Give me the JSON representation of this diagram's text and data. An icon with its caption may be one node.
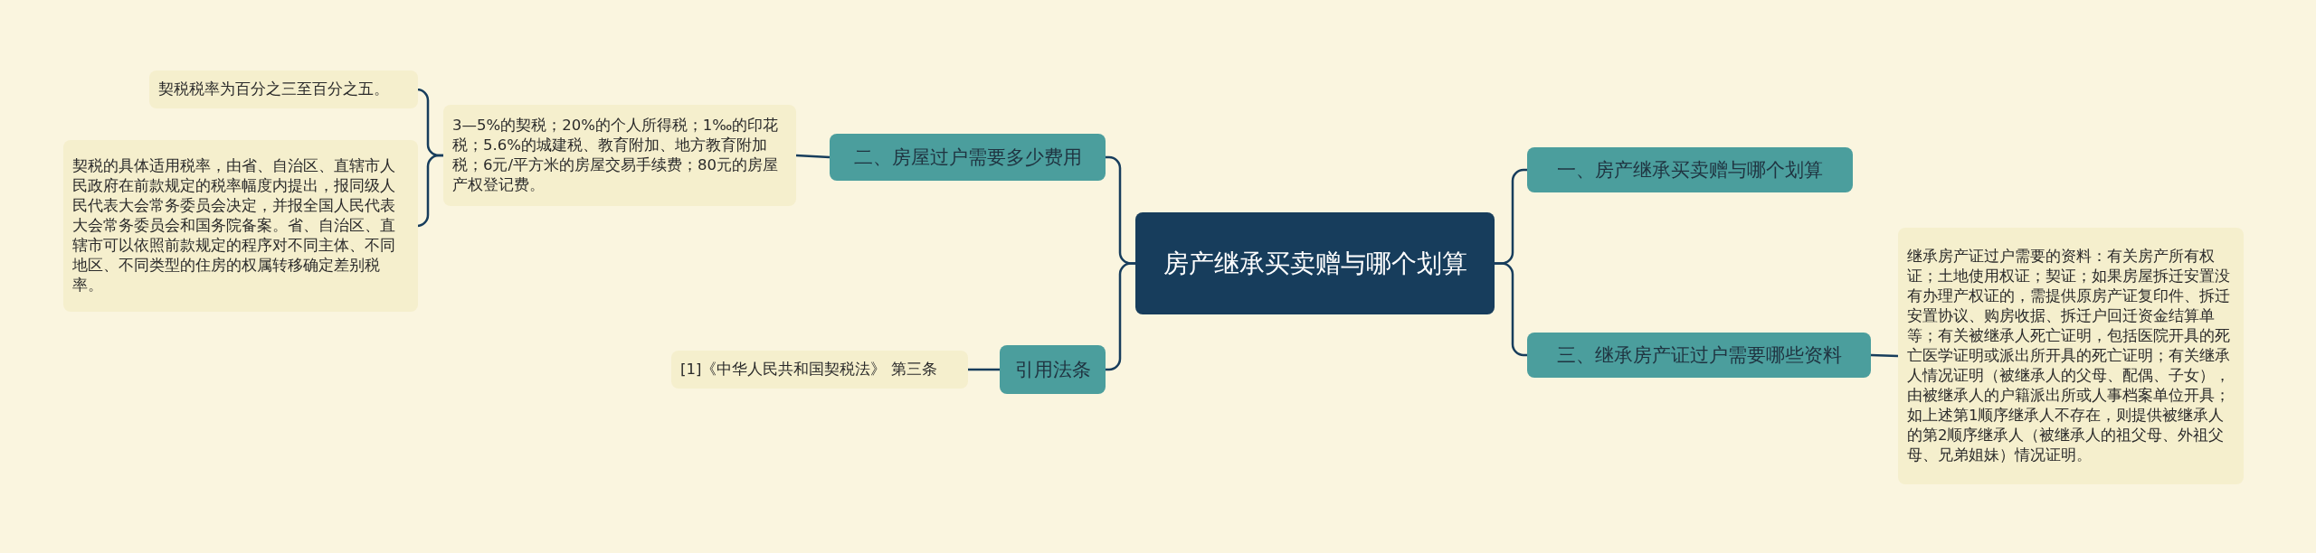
{
  "diagram": {
    "nodes": [
      {
        "text": [
          "房产继承买卖赠与哪个划算"
        ]
      },
      {
        "text": [
          "一、房产继承买卖赠与哪个划算"
        ]
      },
      {
        "text": [
          "二、房屋过户需要多少费用"
        ]
      },
      {
        "text": [
          "3—5%的契税；20%的个人所得税；1‰的印花税；5.6%的城建税、教育附加、地方教育附加税；6元/平方米的房屋交易手续费；80元的房屋产权登记费。"
        ]
      },
      {
        "text": [
          "契税税率为百分之三至百分之五。"
        ]
      },
      {
        "text": [
          "契税的具体适用税率，由省、自治区、直辖市人民政府在前款规定的税率幅度内提出，报同级人民代表大会常务委员会决定，并报全国人民代表大会常务委员会和国务院备案。省、自治区、直辖市可以依照前款规定的程序对不同主体、不同地区、不同类型的住房的权属转移确定差别税率。"
        ]
      },
      {
        "text": [
          "三、继承房产证过户需要哪些资料"
        ]
      },
      {
        "text": [
          "继承房产证过户需要的资料：有关房产所有权证；土地使用权证；契证；如果房屋拆迁安置没有办理产权证的，需提供原房产证复印件、拆迁安置协议、购房收据、拆迁户回迁资金结算单等；有关被继承人死亡证明，包括医院开具的死亡医学证明或派出所开具的死亡证明；有关继承人情况证明（被继承人的父母、配偶、子女），由被继承人的户籍派出所或人事档案单位开具；如上述第1顺序继承人不存在，则提供被继承人的第2顺序继承人（被继承人的祖父母、外祖父母、兄弟姐妹）情况证明。"
        ]
      },
      {
        "text": [
          "引用法条"
        ]
      },
      {
        "text": [
          "[1]《中华人民共和国契税法》 第三条"
        ]
      }
    ],
    "edges": [
      {
        "from": 0,
        "to": 1,
        "arrow": "none"
      },
      {
        "from": 0,
        "to": 2,
        "arrow": "none"
      },
      {
        "from": 2,
        "to": 3,
        "arrow": "none"
      },
      {
        "from": 3,
        "to": 4,
        "arrow": "none"
      },
      {
        "from": 3,
        "to": 5,
        "arrow": "none"
      },
      {
        "from": 0,
        "to": 6,
        "arrow": "none"
      },
      {
        "from": 6,
        "to": 7,
        "arrow": "none"
      },
      {
        "from": 0,
        "to": 8,
        "arrow": "none"
      },
      {
        "from": 8,
        "to": 9,
        "arrow": "none"
      }
    ]
  }
}
